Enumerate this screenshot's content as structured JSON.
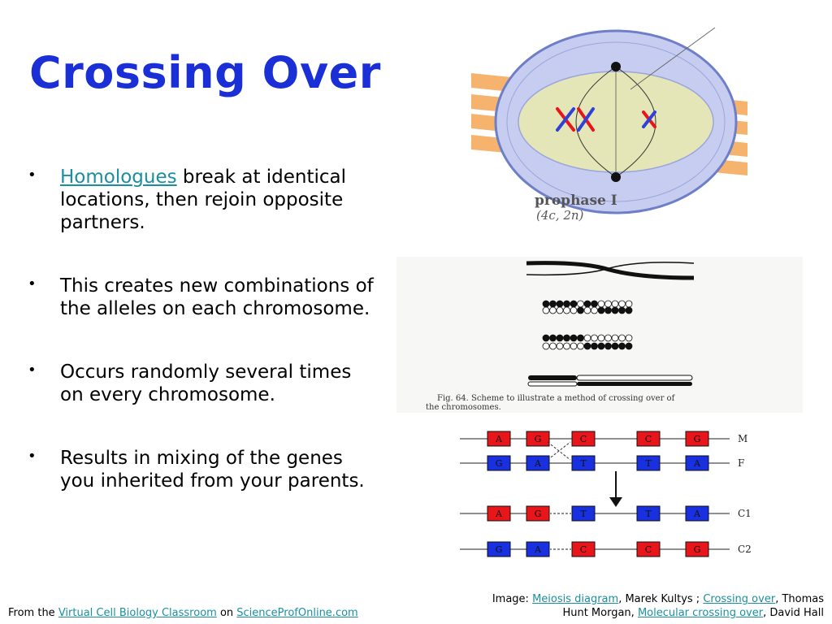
{
  "slide": {
    "title": "Crossing Over",
    "bullets": [
      {
        "link": "Homologues",
        "text": " break at identical locations, then rejoin opposite partners."
      },
      {
        "text": "This creates new combinations of the alleles on each chromosome."
      },
      {
        "text": "Occurs randomly several times on every chromosome."
      },
      {
        "text": "Results in mixing of the genes you inherited from your parents."
      }
    ],
    "bullet_symbol": "•"
  },
  "figures": {
    "prophase": {
      "label_line1": "prophase I",
      "label_line2": "(4c, 2n)"
    },
    "scheme": {
      "caption_line1": "Fig. 64.  Scheme to illustrate a method of crossing over of",
      "caption_line2": "the chromosomes."
    },
    "genes": {
      "row_m": {
        "label": "M",
        "boxes": [
          "A",
          "G",
          "C",
          "C",
          "G"
        ],
        "colors": [
          "red",
          "red",
          "red",
          "red",
          "red"
        ]
      },
      "row_f": {
        "label": "F",
        "boxes": [
          "G",
          "A",
          "T",
          "T",
          "A"
        ],
        "colors": [
          "blue",
          "blue",
          "blue",
          "blue",
          "blue"
        ]
      },
      "row_c1": {
        "label": "C1",
        "boxes": [
          "A",
          "G",
          "T",
          "T",
          "A"
        ],
        "colors": [
          "red",
          "red",
          "blue",
          "blue",
          "blue"
        ]
      },
      "row_c2": {
        "label": "C2",
        "boxes": [
          "G",
          "A",
          "C",
          "C",
          "G"
        ],
        "colors": [
          "blue",
          "blue",
          "red",
          "red",
          "red"
        ]
      },
      "red": "#e8161b",
      "blue": "#1830e0"
    }
  },
  "credits": {
    "image_prefix": "Image: ",
    "link1": "Meiosis diagram",
    "text1": ", Marek Kultys ; ",
    "link2": "Crossing over",
    "text2": ", Thomas Hunt Morgan, ",
    "link3": "Molecular crossing over",
    "text3": ", David Hall",
    "from_prefix": "From the ",
    "link4": "Virtual Cell Biology Classroom",
    "on_text": " on ",
    "link5": "ScienceProfOnline.com"
  }
}
